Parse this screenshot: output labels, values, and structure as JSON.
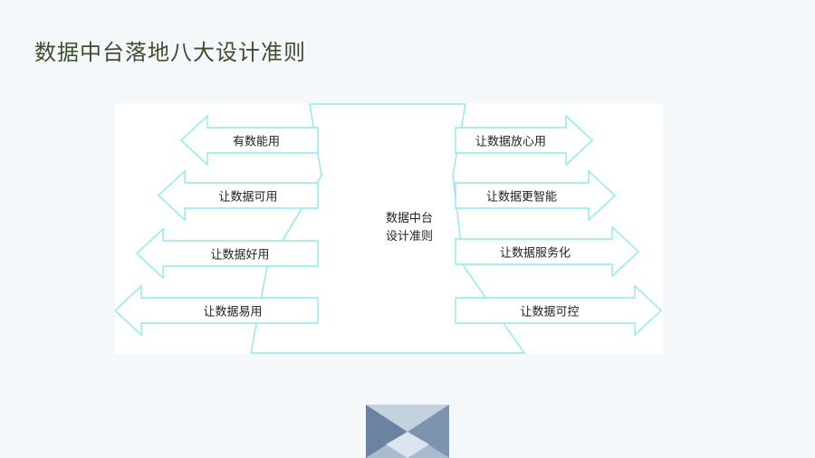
{
  "title": "数据中台落地八大设计准则",
  "center": {
    "line1": "数据中台",
    "line2": "设计准则"
  },
  "left_arrows": [
    "有数能用",
    "让数据可用",
    "让数据好用",
    "让数据易用"
  ],
  "right_arrows": [
    "让数据放心用",
    "让数据更智能",
    "让数据服务化",
    "让数据可控"
  ],
  "colors": {
    "arrow_stroke": "#8ee8ec",
    "title": "#3c4f2c",
    "logo_dark": "#6b83a0",
    "logo_light": "#c4d2de"
  },
  "icons": [
    "brand-logo-icon"
  ]
}
